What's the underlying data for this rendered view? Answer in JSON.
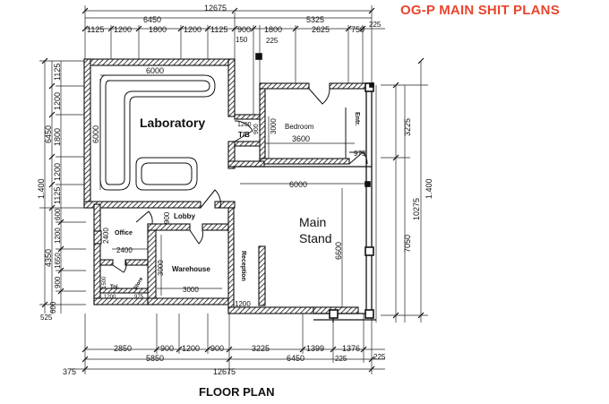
{
  "brand": "OG-P MAIN SHIT PLANS",
  "caption": "FLOOR PLAN",
  "rooms": {
    "laboratory": "Laboratory",
    "bedroom": "Bedroom",
    "main_stand_1": "Main",
    "main_stand_2": "Stand",
    "office": "Office",
    "lobby": "Lobby",
    "warehouse": "Warehouse",
    "reception": "Reception",
    "tb": "T/B",
    "entr": "Entr.",
    "toilet": "Toi.",
    "store": "Store"
  },
  "dims": {
    "top_total": "12675",
    "top_left": "6450",
    "top_right": "5325",
    "top_r1": "1125",
    "top_r2": "1200",
    "top_r3": "1800",
    "top_r4": "1200",
    "top_r5": "1125",
    "top_r6": "900",
    "top_r7": "1800",
    "top_r8": "2625",
    "top_r9": "750",
    "top_r10": "225",
    "top_150": "150",
    "top_225": "225",
    "lab_w": "6000",
    "lab_h": "6000",
    "bed_w": "3600",
    "bed_h": "3000",
    "tb_1200": "1200",
    "tb_900": "900",
    "d975": "975",
    "stand_w": "6000",
    "stand_h": "6600",
    "lobby_900": "900",
    "office_2400a": "2400",
    "office_2400b": "2400",
    "wh_3000a": "3000",
    "wh_3000b": "3000",
    "rec_1200": "1200",
    "toi_1500": "1500",
    "toi_1200": "1200",
    "toi_975": "975",
    "r_3225": "3225",
    "r_10275": "10275",
    "r_1400": "1.400",
    "r_7050": "7050",
    "l_1400": "1.400",
    "l_6450": "6450",
    "l_4350": "4350",
    "l_1125a": "1125",
    "l_1200a": "1200",
    "l_1800": "1800",
    "l_1200b": "1200",
    "l_1125b": "1125",
    "l_600": "600",
    "l_1200c": "1200",
    "l_1650": "1650",
    "l_900": "900",
    "l_600b": "600",
    "l_525": "525",
    "b1_2850": "2850",
    "b1_900a": "900",
    "b1_1200": "1200",
    "b1_900b": "900",
    "b1_3225": "3225",
    "b1_1399": "1399",
    "b1_1376": "1376",
    "b2_5850": "5850",
    "b2_6450": "6450",
    "b2_225a": "225",
    "b2_225b": "225",
    "b3_375": "375",
    "b3_12675": "12675"
  }
}
